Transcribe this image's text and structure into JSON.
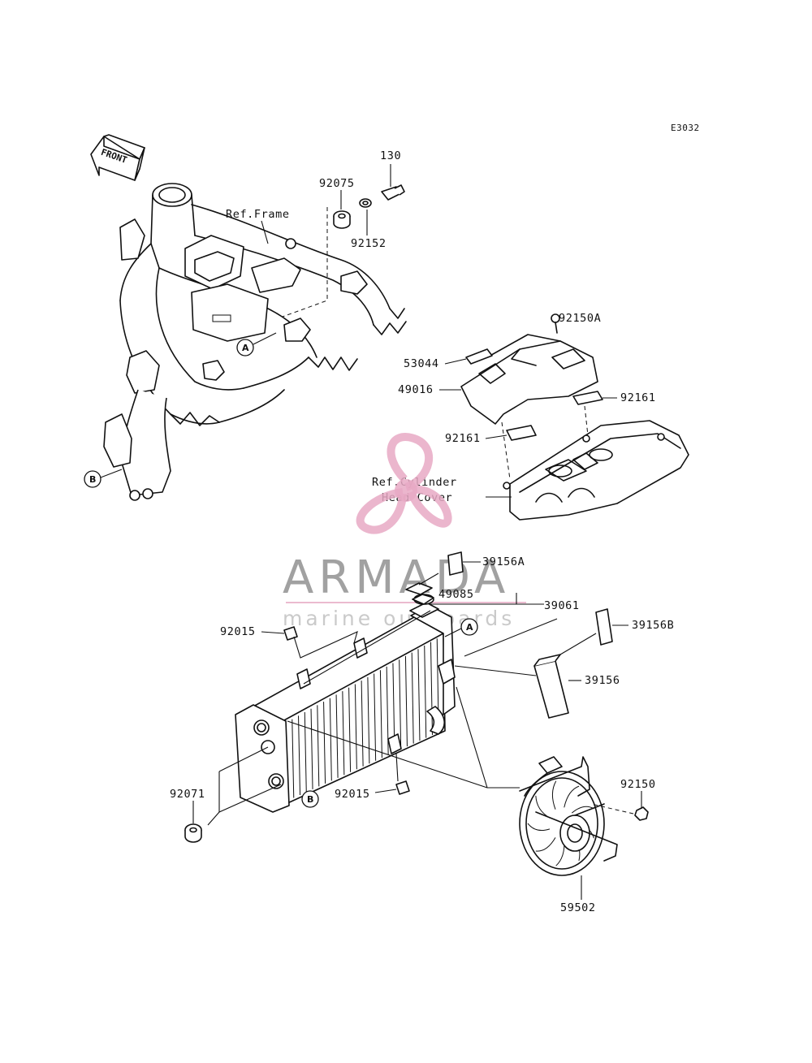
{
  "diagram_code": "E3032",
  "front_arrow": {
    "label": "FRONT",
    "icon": "front-arrow-icon"
  },
  "reference_labels": {
    "frame": "Ref.Frame",
    "cylinder_line1": "Ref.Cylinder",
    "cylinder_line2": "Head Cover"
  },
  "reference_markers": {
    "a": "A",
    "b": "B"
  },
  "part_labels": {
    "p130": "130",
    "p92075": "92075",
    "p92152": "92152",
    "p92150A": "92150A",
    "p53044": "53044",
    "p49016": "49016",
    "p92161_right": "92161",
    "p92161_left": "92161",
    "p39156A": "39156A",
    "p49085": "49085",
    "p39061": "39061",
    "p39156B": "39156B",
    "p92015_top": "92015",
    "p39156": "39156",
    "p92071": "92071",
    "p92015_bottom": "92015",
    "p92150": "92150",
    "p59502": "59502"
  },
  "watermark": {
    "brand": "ARMADA",
    "tagline": "marine outboards",
    "color": "#e7a9c4"
  }
}
